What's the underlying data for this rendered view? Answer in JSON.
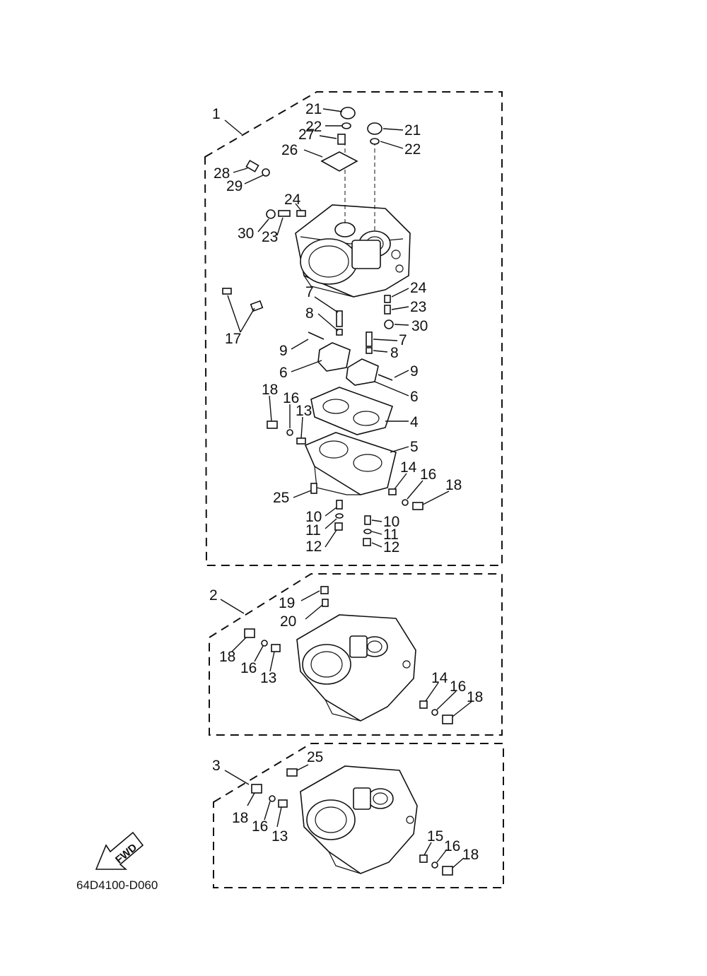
{
  "diagram_code": "64D4100-D060",
  "fwd_label": "FWD",
  "assemblies": [
    {
      "id": "1",
      "callouts": [
        "21",
        "22",
        "21",
        "22",
        "27",
        "26",
        "28",
        "29",
        "24",
        "30",
        "23",
        "24",
        "23",
        "30",
        "17",
        "7",
        "8",
        "7",
        "8",
        "9",
        "6",
        "9",
        "6",
        "18",
        "16",
        "13",
        "4",
        "5",
        "14",
        "16",
        "18",
        "25",
        "10",
        "11",
        "12",
        "10",
        "11",
        "12"
      ]
    },
    {
      "id": "2",
      "callouts": [
        "19",
        "20",
        "18",
        "16",
        "13",
        "14",
        "16",
        "18"
      ]
    },
    {
      "id": "3",
      "callouts": [
        "25",
        "18",
        "16",
        "13",
        "15",
        "16",
        "18"
      ]
    }
  ]
}
